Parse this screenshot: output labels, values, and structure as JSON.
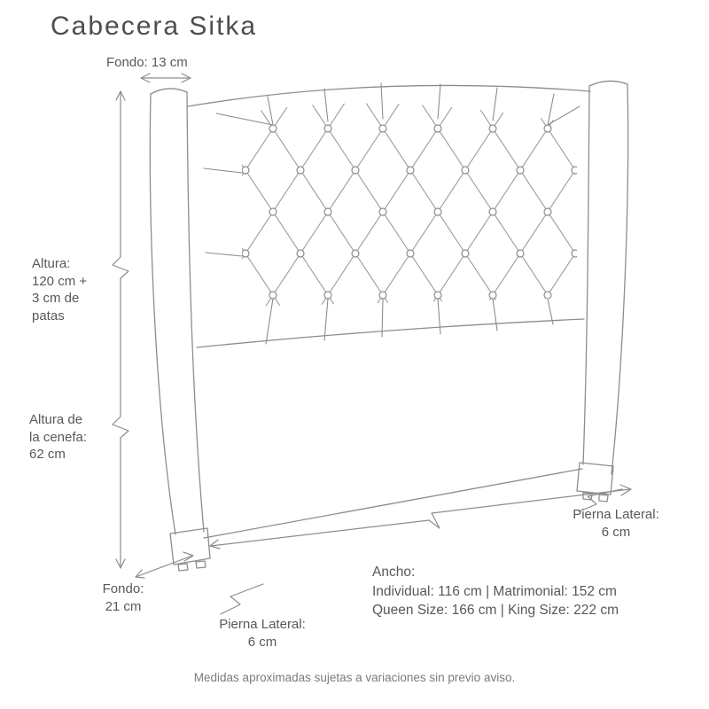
{
  "title": "Cabecera Sitka",
  "labels": {
    "fondo_top": "Fondo: 13 cm",
    "altura": "Altura:\n120 cm +\n3 cm de\npatas",
    "cenefa": "Altura de\nla cenefa:\n62 cm",
    "fondo_bottom": "Fondo:\n21 cm",
    "pierna_bottom": "Pierna Lateral:\n6 cm",
    "pierna_right": "Pierna Lateral:\n6 cm"
  },
  "ancho": {
    "label": "Ancho:",
    "row1": "Individual: 116 cm | Matrimonial: 152 cm",
    "row2": "Queen Size: 166 cm | King Size: 222 cm"
  },
  "footer": "Medidas aproximadas sujetas a variaciones sin previo aviso.",
  "colors": {
    "line": "#8d8d8d",
    "text": "#585858"
  }
}
